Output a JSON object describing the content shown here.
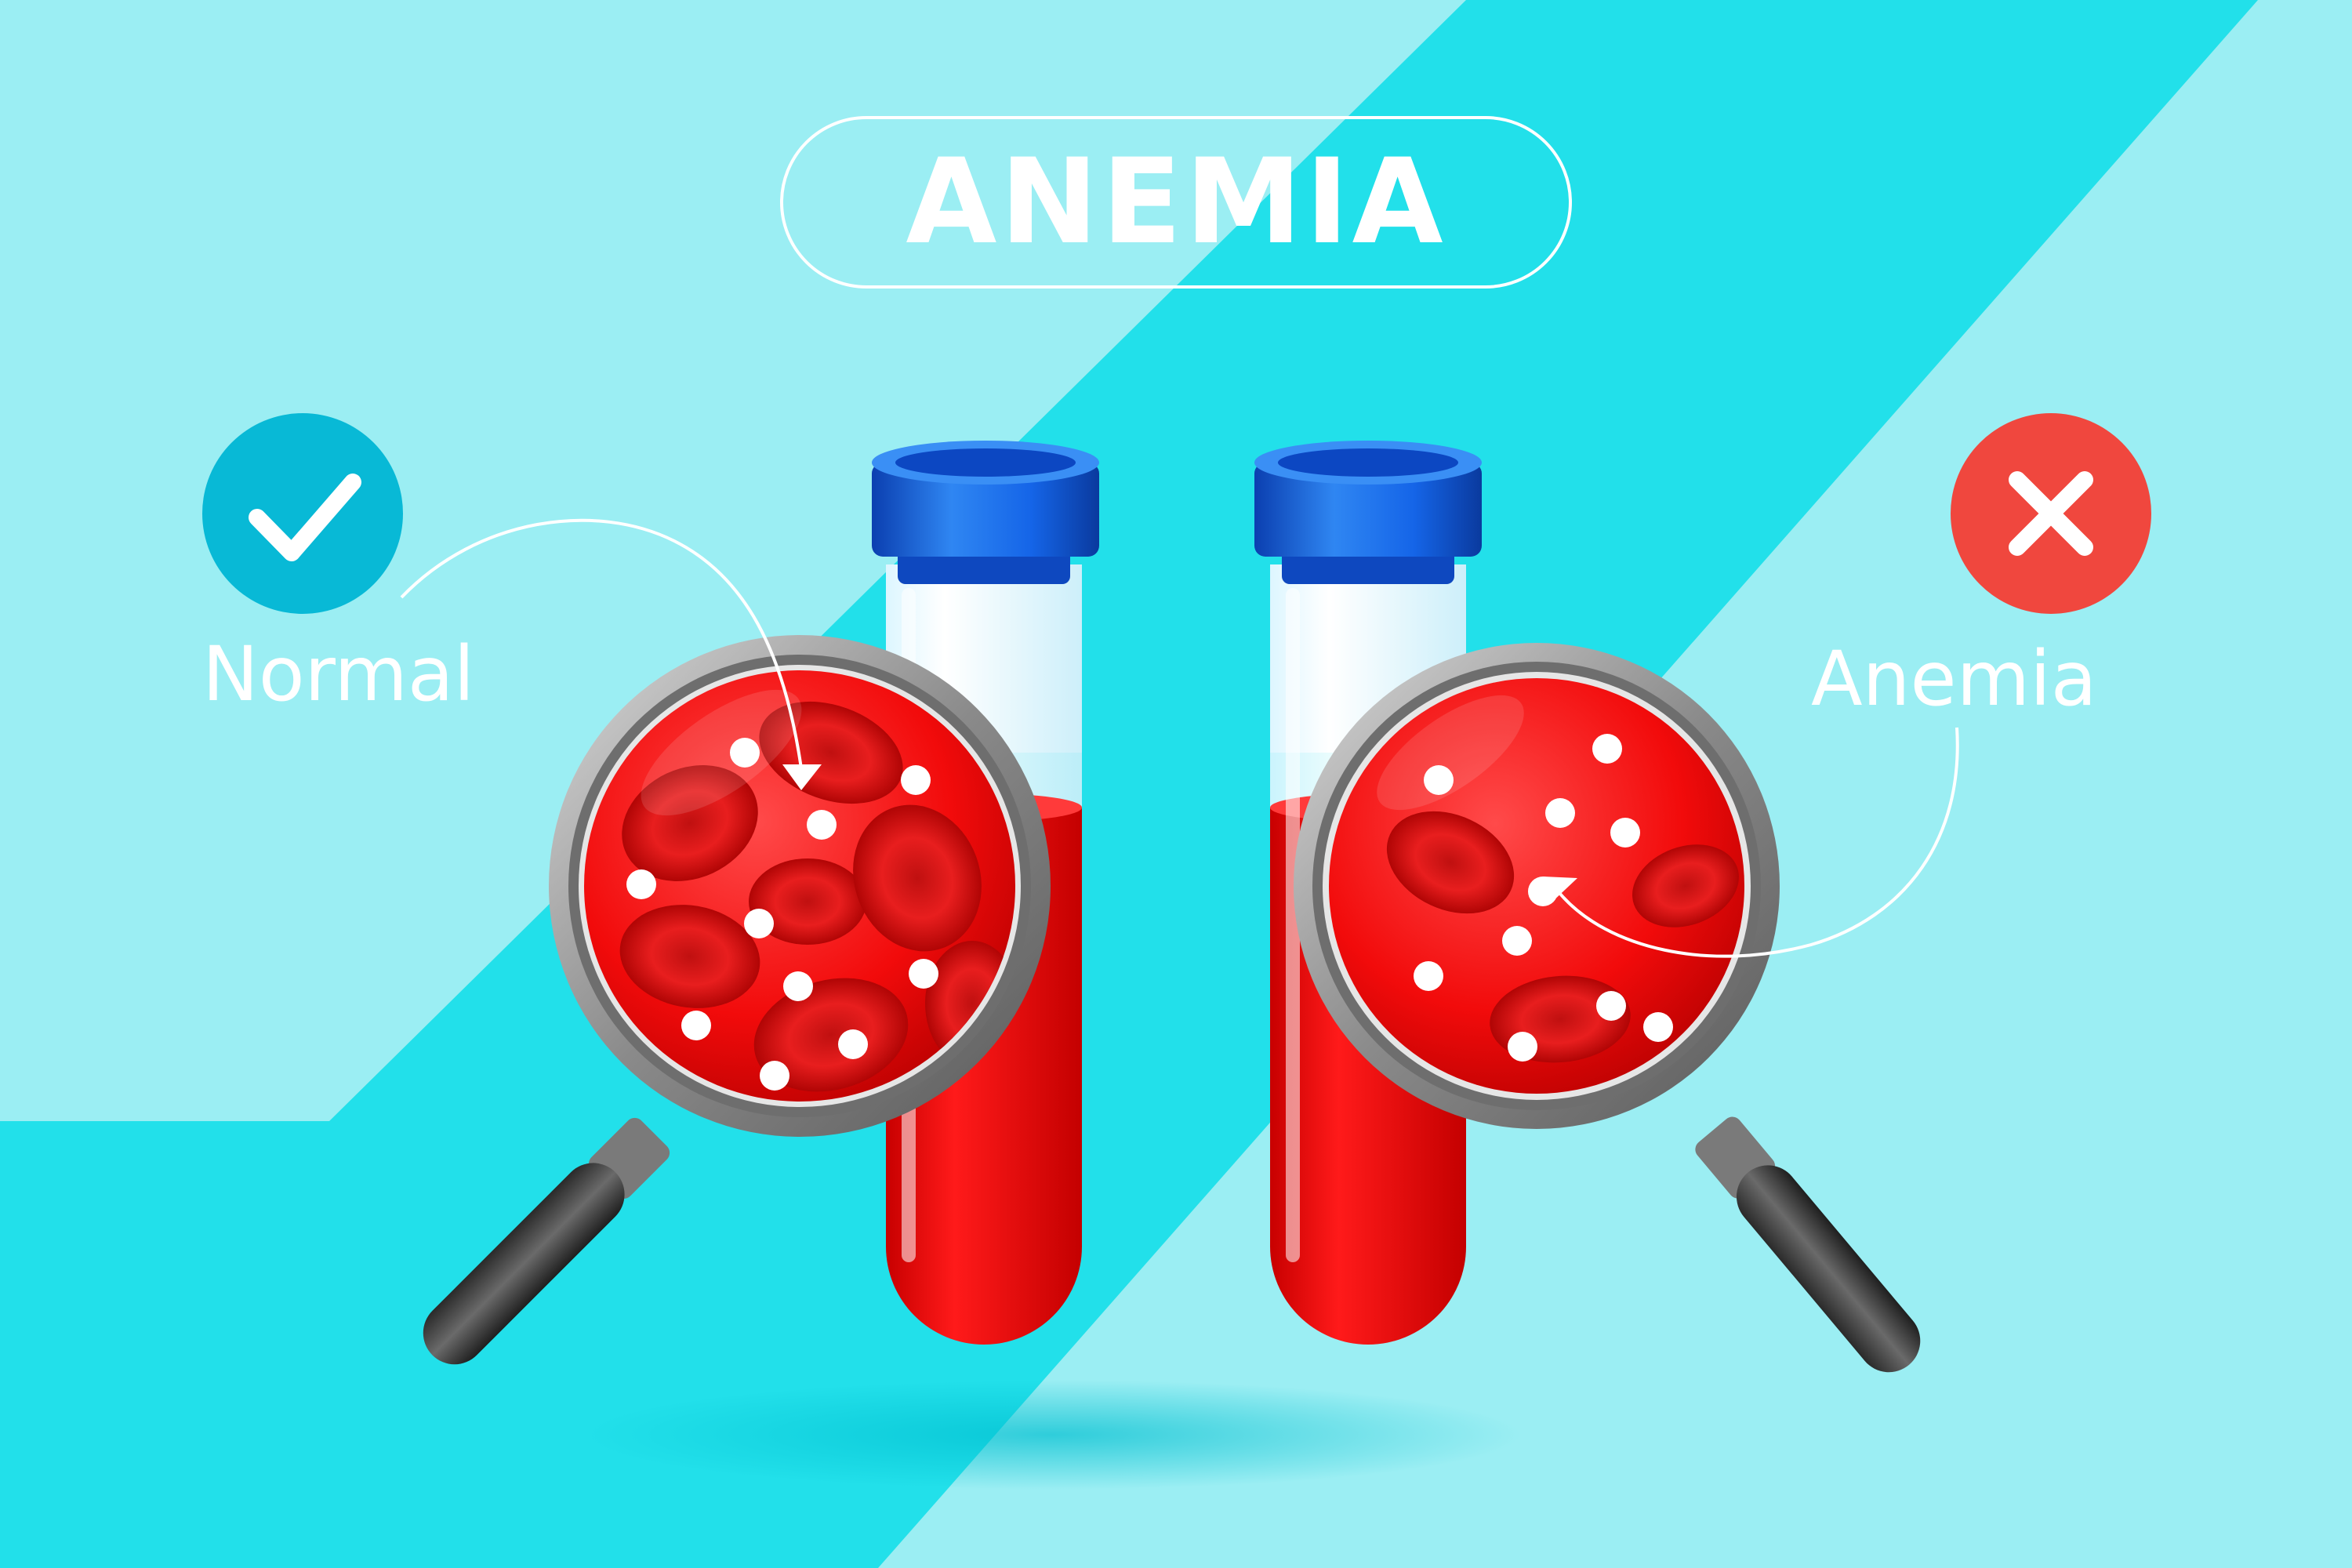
{
  "title": "ANEMIA",
  "labels": {
    "normal": "Normal",
    "anemia": "Anemia"
  },
  "icons": {
    "normal_marker": "check-icon",
    "anemia_marker": "cross-icon",
    "magnifier": "magnifying-glass-icon",
    "tube": "blood-test-tube-icon"
  },
  "colors": {
    "background_light": "#9BEEF3",
    "background_band": "#22E0EA",
    "normal_marker": "#08B9D6",
    "anemia_marker": "#F0473E",
    "blood": "#F00B0B",
    "tube_cap": "#1565E8",
    "text": "#FFFFFF"
  },
  "samples": [
    {
      "label": "Normal",
      "blood_level": 0.72,
      "red_cells_visible": 7,
      "white_dots_visible": 10
    },
    {
      "label": "Anemia",
      "blood_level": 0.72,
      "red_cells_visible": 3,
      "white_dots_visible": 10
    }
  ]
}
